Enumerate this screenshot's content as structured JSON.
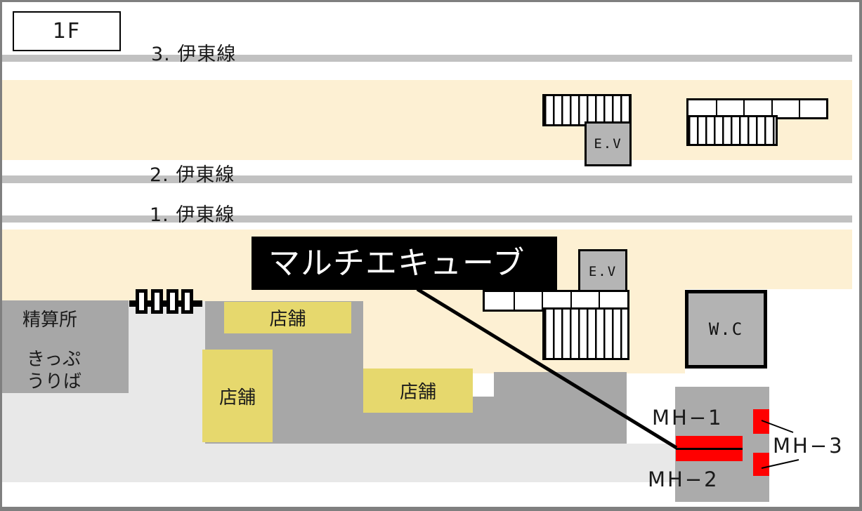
{
  "map": {
    "floor_label": "1F",
    "tracks": {
      "track3": "3. 伊東線",
      "track2": "2. 伊東線",
      "track1": "1. 伊東線"
    },
    "banner_label": "マルチエキューブ",
    "facilities": {
      "elevators": [
        "E.V",
        "E.V"
      ],
      "toilet": "W.C",
      "fare_adjustment": "精算所",
      "ticket_office_line1": "きっぷ",
      "ticket_office_line2": "うりば",
      "shops": [
        "店舗",
        "店舗",
        "店舗"
      ]
    },
    "manholes": {
      "mh1": "MH−1",
      "mh2": "MH−2",
      "mh3": "MH−3"
    },
    "colors": {
      "platform_cream": "#fdf0d3",
      "track_gray": "#c1c1c1",
      "structure_gray": "#a7a7a7",
      "concourse_light_gray": "#e8e8e8",
      "shop_yellow": "#e6d86d",
      "manhole_red": "#ff0000",
      "banner_black": "#000000"
    }
  }
}
